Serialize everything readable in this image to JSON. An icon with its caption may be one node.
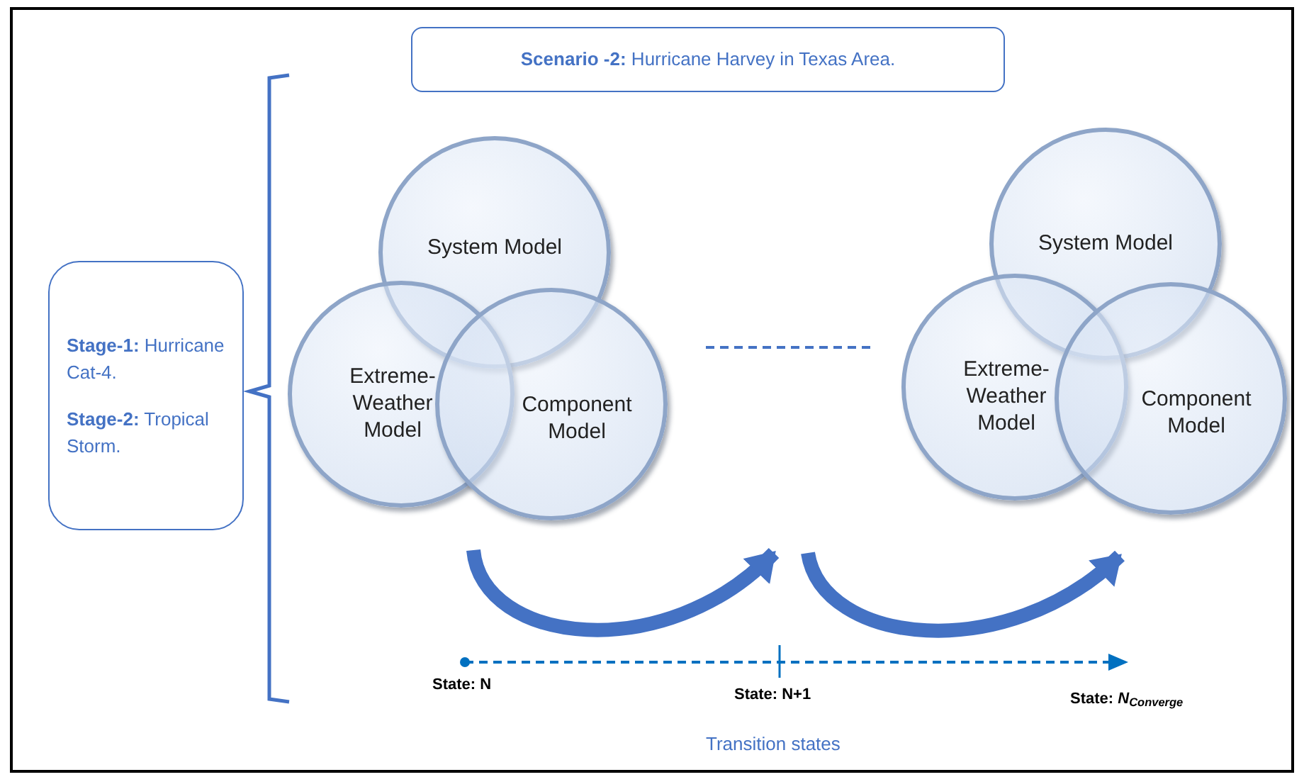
{
  "diagram": {
    "nodes": [
      {
        "text": [
          "**Scenario -2:** Hurricane Harvey in Texas Area."
        ]
      },
      {
        "text": [
          "**Stage-1:** Hurricane Cat-4.",
          "**Stage-2:** Tropical Storm."
        ]
      },
      {
        "text": [
          "System Model"
        ]
      },
      {
        "text": [
          "Extreme-Weather Model"
        ]
      },
      {
        "text": [
          "Component Model"
        ]
      },
      {
        "text": [
          "System Model"
        ]
      },
      {
        "text": [
          "Extreme-Weather Model"
        ]
      },
      {
        "text": [
          "Component Model"
        ]
      }
    ],
    "labels": [
      "State: N",
      "State: N+1",
      "State: *N*$_{Converge}$",
      "Transition states"
    ]
  }
}
